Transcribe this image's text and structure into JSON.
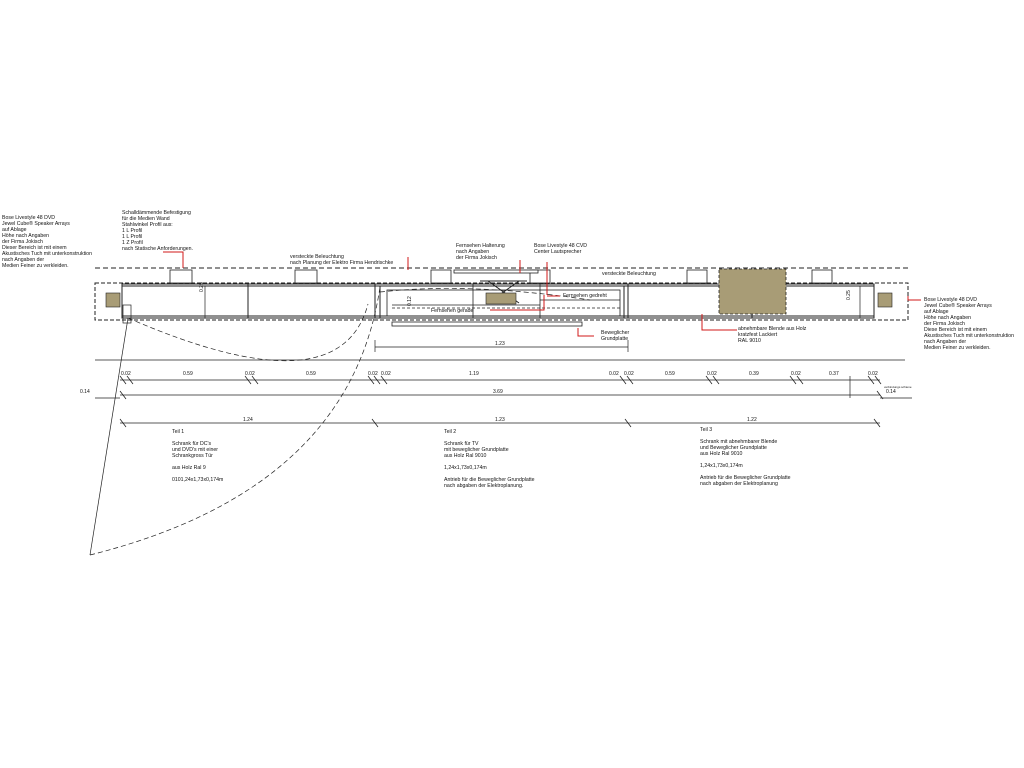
{
  "annotations": {
    "bose_left": [
      "Bose Livestyle 48 DVD",
      "Jewel Cube® Speaker Arrays",
      "auf Ablage",
      "Höhe nach Angaben",
      "der Firma Jokisch",
      "Dieser Bereich ist mit einem",
      "Akustisches Tuch mit unterkonstruktion",
      "nach Angaben der",
      "Medien Feiner zu verkleiden."
    ],
    "bose_right": [
      "Bose Livestyle 48 DVD",
      "Jewel Cube® Speaker Arrays",
      "auf Ablage",
      "Höhe nach Angaben",
      "der Firma Jokisch",
      "Diese Bereich ist mit einem",
      "Akustisches Tuch mit unterkonstruktion",
      "nach Angaben der",
      "Medien Feiner zu verkleiden."
    ],
    "fastening": [
      "Schalldämmende Befestigung",
      "für die Medien Wand",
      "Stahlwinkel Profil aus:",
      "1 L Profil",
      "1 L Profil",
      "1 Z Profil",
      "nach Statische Anforderungen."
    ],
    "lighting_left": [
      "versteckte Beleuchtung",
      "nach Planung der Elektro Firma Hendrischke"
    ],
    "tv_mount": [
      "Fernsehen Halterung",
      "nach Angaben",
      "der Firma Jokisch"
    ],
    "bose_center": [
      "Bose Livestyle 48 CVD",
      "Center Lautsprecher"
    ],
    "lighting_right": "versteckte Beleuchtung",
    "tv_rotated": "Fernsehen gedreht",
    "tv_straight": "Fernsehen gerade",
    "movable_base": [
      "Beweglicher",
      "Grundplatte"
    ],
    "cover_panel": [
      "abnehmbare Blende aus Holz",
      "kratzfest Lackiert",
      "RAL 9010"
    ]
  },
  "dimensions": {
    "height_left": "0.25",
    "height_right": "0.25",
    "inner_height": "0.12",
    "platform_width": "1.23",
    "row1": [
      "0.02",
      "0.59",
      "0.02",
      "0.59",
      "0.02",
      "0.02",
      "1.19",
      "0.02",
      "0.02",
      "0.59",
      "0.02",
      "0.39",
      "0.02",
      "0.37",
      "0.02"
    ],
    "offset_left": "0.14",
    "offset_right": "0.14",
    "total": "3.69",
    "parts": [
      "1.24",
      "1.23",
      "1.22"
    ],
    "tiny_label": "verbindungs schiene"
  },
  "parts": {
    "part1": [
      "Teil 1",
      "",
      "Schrank für DC's",
      "und DVD's mit einer",
      "Schrankgross Tür",
      "",
      "aus Holz Ral 9",
      "",
      "0101,24x1,73x0,174m"
    ],
    "part2": [
      "Teil 2",
      "",
      "Schrank für TV",
      "mit beweglicher Grundplatte",
      "aus Holz Ral 9010",
      "",
      "1,24x1,73x0,174m",
      "",
      "Antrieb für die Beweglicher Grundplatte",
      "nach abgaben der Elektroplanung."
    ],
    "part3": [
      "Teil 3",
      "",
      "Schrank mit abnehmbarer Blende",
      "und Beweglicher Grundplatte",
      "aus Holz Ral 9010",
      "",
      "1,24x1,73x0,174m",
      "",
      "Antrieb für die Beweglicher Grundplatte",
      "nach abgaben der Elektroplanung"
    ]
  },
  "colors": {
    "line": "#1a1a1a",
    "marker": "#d01818",
    "fill": "#a89c76"
  }
}
